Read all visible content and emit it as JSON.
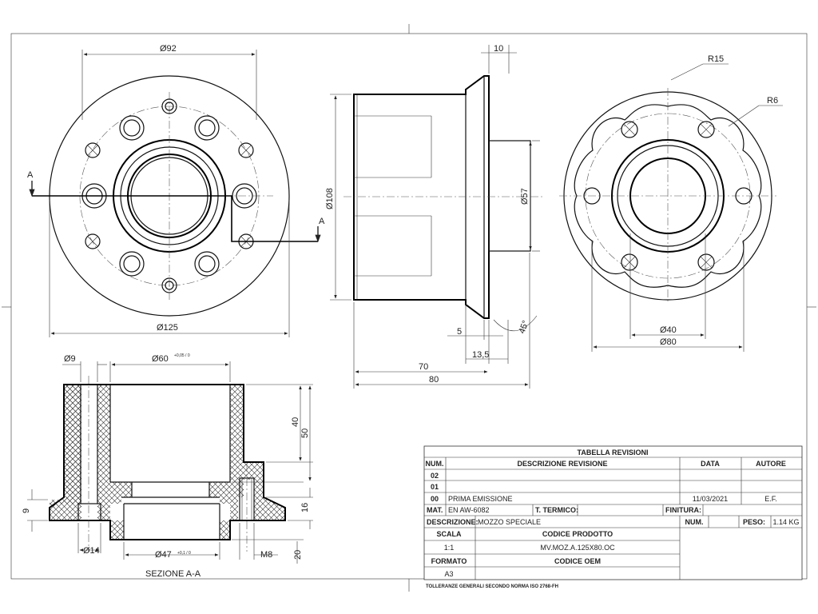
{
  "views": {
    "front": {
      "dia_92": "Ø92",
      "dia_125": "Ø125",
      "section_mark": "A"
    },
    "side": {
      "dim_10": "10",
      "dia_108": "Ø108",
      "dia_57": "Ø57",
      "dim_5": "5",
      "dim_13_5": "13,5",
      "dim_70": "70",
      "dim_80": "80",
      "angle_45": "45°"
    },
    "rear": {
      "r15": "R15",
      "r6": "R6",
      "dia_40": "Ø40",
      "dia_80": "Ø80"
    },
    "section": {
      "dia_9": "Ø9",
      "dia_60": "Ø60",
      "dia_60_tol": "+0,05 / 0",
      "dim_40": "40",
      "dim_50": "50",
      "dim_9": "9",
      "dim_16": "16",
      "dia_14": "Ø14",
      "dia_47": "Ø47",
      "dia_47_tol": "+0,1 / 0",
      "m8": "M8",
      "dim_20": "20",
      "label": "SEZIONE A-A"
    }
  },
  "title_block": {
    "header": "TABELLA REVISIONI",
    "col_num": "NUM.",
    "col_desc": "DESCRIZIONE REVISIONE",
    "col_date": "DATA",
    "col_author": "AUTORE",
    "revisions": [
      {
        "num": "02",
        "desc": "",
        "date": "",
        "author": ""
      },
      {
        "num": "01",
        "desc": "",
        "date": "",
        "author": ""
      },
      {
        "num": "00",
        "desc": "PRIMA EMISSIONE",
        "date": "11/03/2021",
        "author": "E.F."
      }
    ],
    "mat_label": "MAT.",
    "mat_value": "EN AW-6082",
    "trattamento_label": "T. TERMICO:",
    "finitura_label": "FINITURA:",
    "descrizione_label": "DESCRIZIONE:",
    "descrizione_value": "MOZZO SPECIALE",
    "num_label": "NUM.",
    "peso_label": "PESO:",
    "peso_value": "1.14 KG",
    "scala_label": "SCALA",
    "scala_value": "1:1",
    "codice_prodotto_label": "CODICE PRODOTTO",
    "codice_prodotto_value": "MV.MOZ.A.125X80.OC",
    "formato_label": "FORMATO",
    "formato_value": "A3",
    "codice_oem_label": "CODICE OEM",
    "tolerance_note": "TOLLERANZE GENERALI SECONDO NORMA ISO 2768-FH"
  }
}
